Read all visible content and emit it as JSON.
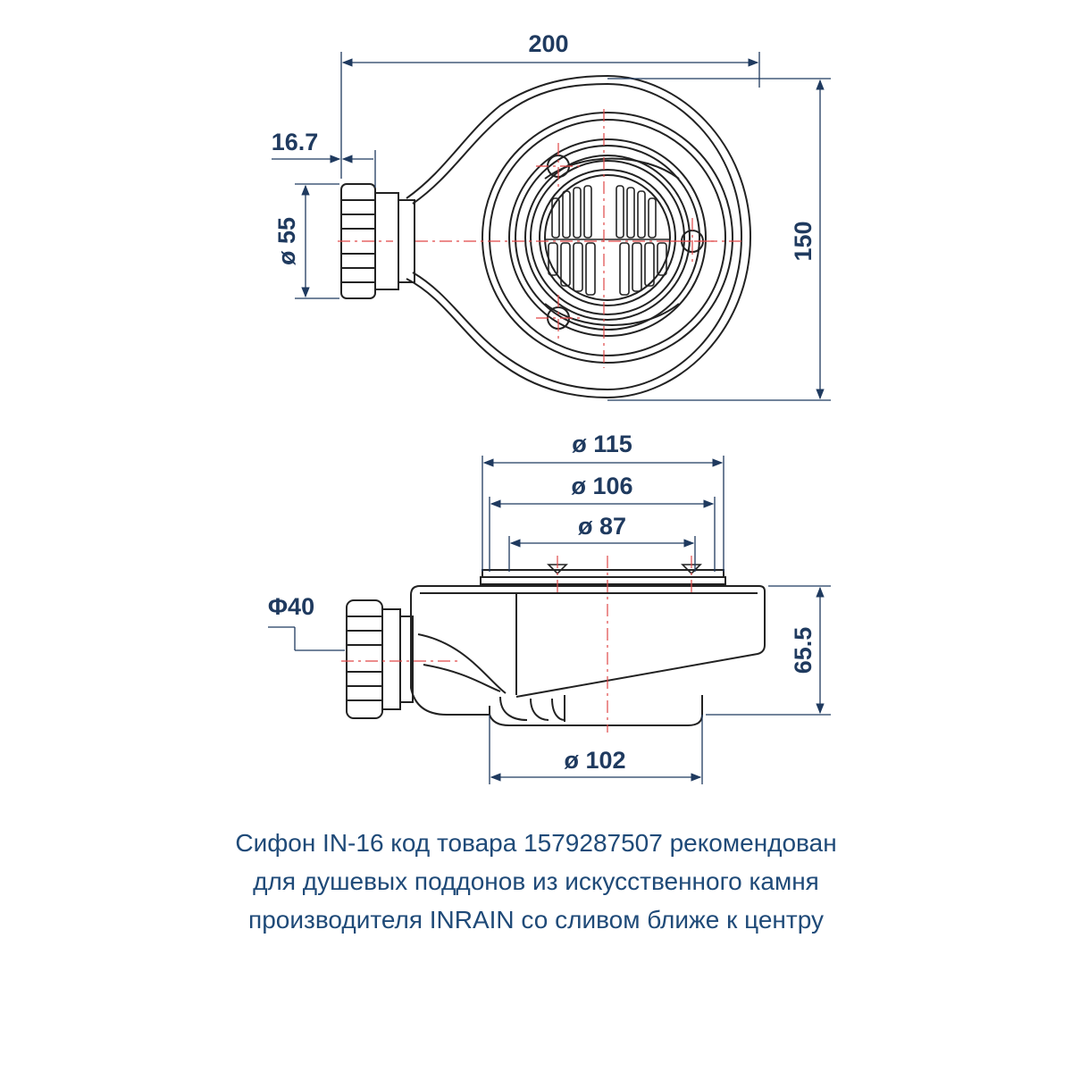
{
  "top_view": {
    "dim_width": "200",
    "dim_height": "150",
    "dim_outlet_len": "16.7",
    "dim_outlet_dia": "ø 55"
  },
  "side_view": {
    "dim_d115": "ø 115",
    "dim_d106": "ø 106",
    "dim_d87": "ø 87",
    "dim_d102": "ø 102",
    "dim_height": "65.5",
    "dim_outlet": "Φ40"
  },
  "caption": {
    "line1": "Сифон IN-16 код товара 1579287507 рекомендован",
    "line2": "для душевых поддонов из искусственного камня",
    "line3": "производителя INRAIN со сливом ближе к центру"
  },
  "colors": {
    "dimension": "#1f3a5f",
    "outline": "#222222",
    "centerline": "#e04848",
    "caption": "#1f4a78"
  }
}
